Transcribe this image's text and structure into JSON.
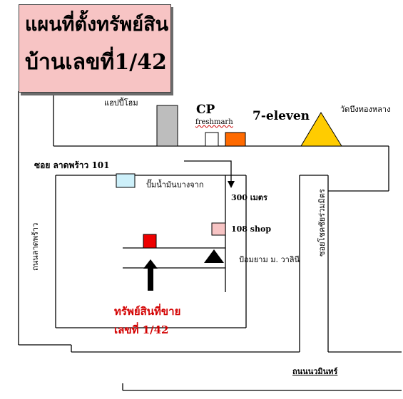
{
  "title": {
    "line1": "แผนที่ตั้งทรัพย์สิน",
    "line2": "บ้านเลขที่1/42"
  },
  "places": {
    "shop_top": "แฮปปี้โฮม",
    "cp": "CP",
    "cp_sub": "freshmarh",
    "seven_eleven": "7-eleven",
    "temple": "วัดบึงทองหลาง",
    "gas_station": "ปั๊มน้ำมันบางจาก",
    "shop_108": "108 shop",
    "police_box": "ป้อมยาม ม. วาลินี"
  },
  "roads": {
    "soi_ladprao": "ซอย ลาดพร้าว 101",
    "ladprao_road": "ถนนลาดพร้าว",
    "soi_chokchai": "ซอยโชคชัยร่วมมิตร",
    "nawamin_road": "ถนนนวมินทร์"
  },
  "distance": "300 เมตร",
  "property": {
    "line1": "ทรัพย์สินที่ขาย",
    "line2": "เลขที่ 1/42"
  },
  "colors": {
    "title_bg": "#f7c4c4",
    "building_gray": "#bdbdbd",
    "cp_box": "#ffffff",
    "seven_box": "#ff6a00",
    "temple": "#ffcc00",
    "gas_station": "#cdf0fa",
    "shop_108": "#f7c4c4",
    "property": "#ee0000",
    "property_text": "#d30000"
  }
}
